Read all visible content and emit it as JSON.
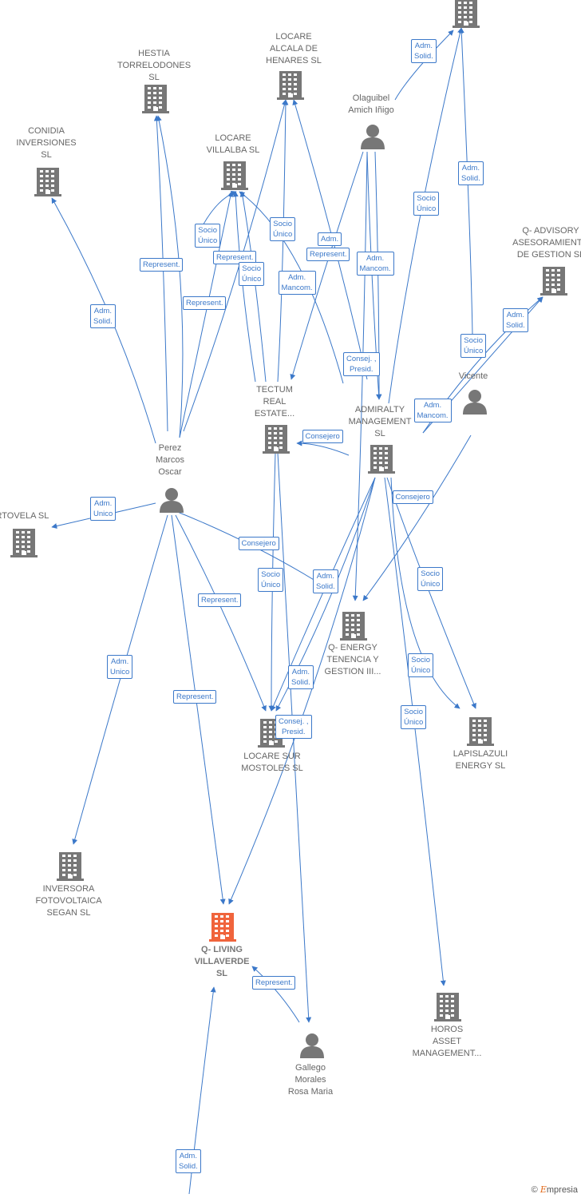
{
  "colors": {
    "edge": "#3b78c9",
    "building": "#777777",
    "focus_building": "#f0643c",
    "person": "#777777",
    "text": "#666666"
  },
  "nodes": [
    {
      "id": "top-company",
      "type": "company",
      "label": ""
    },
    {
      "id": "hestia",
      "type": "company",
      "label": "HESTIA\nTORRELODONES\nSL"
    },
    {
      "id": "locare-alcala",
      "type": "company",
      "label": "LOCARE\nALCALA DE\nHENARES  SL"
    },
    {
      "id": "conidia",
      "type": "company",
      "label": "CONIDIA\nINVERSIONES\nSL"
    },
    {
      "id": "locare-villalba",
      "type": "company",
      "label": "LOCARE\nVILLALBA  SL"
    },
    {
      "id": "olaguibel",
      "type": "person",
      "label": "Olaguibel\nAmich Iñigo"
    },
    {
      "id": "q-advisory",
      "type": "company",
      "label": "Q- ADVISORY\nASESORAMIENTO\nDE GESTION  SL"
    },
    {
      "id": "vicente",
      "type": "person",
      "label": "Vicente"
    },
    {
      "id": "tectum",
      "type": "company",
      "label": "TECTUM\nREAL\nESTATE..."
    },
    {
      "id": "admiralty",
      "type": "company",
      "label": "ADMIRALTY\nMANAGEMENT\nSL"
    },
    {
      "id": "perez",
      "type": "person",
      "label": "Perez\nMarcos\nOscar"
    },
    {
      "id": "portovela",
      "type": "company",
      "label": "PORTOVELA  SL"
    },
    {
      "id": "q-energy",
      "type": "company",
      "label": "Q- ENERGY\nTENENCIA Y\nGESTION III..."
    },
    {
      "id": "locare-sur",
      "type": "company",
      "label": "LOCARE SUR\nMOSTOLES  SL"
    },
    {
      "id": "lapislazuli",
      "type": "company",
      "label": "LAPISLAZULI\nENERGY  SL"
    },
    {
      "id": "inversora",
      "type": "company",
      "label": "INVERSORA\nFOTOVOLTAICA\nSEGAN  SL"
    },
    {
      "id": "q-living",
      "type": "focus",
      "label": "Q- LIVING\nVILLAVERDE\nSL"
    },
    {
      "id": "gallego",
      "type": "person",
      "label": "Gallego\nMorales\nRosa Maria"
    },
    {
      "id": "horos",
      "type": "company",
      "label": "HOROS\nASSET\nMANAGEMENT..."
    }
  ],
  "badges": [
    {
      "text": "Adm.\nSolid."
    },
    {
      "text": "Adm.\nSolid."
    },
    {
      "text": "Socio\nÚnico"
    },
    {
      "text": "Q- ADVISORY"
    },
    {
      "text": "Socio\nÚnico"
    },
    {
      "text": "Represent."
    },
    {
      "text": "Socio\nÚnico"
    },
    {
      "text": "Adm."
    },
    {
      "text": "Represent."
    },
    {
      "text": "Adm.\nMancom."
    },
    {
      "text": "Represent."
    },
    {
      "text": "Socio\nÚnico"
    },
    {
      "text": "Adm.\nSolid."
    },
    {
      "text": "Represent."
    },
    {
      "text": "Adm.\nMancom."
    },
    {
      "text": "Adm.\nSolid."
    },
    {
      "text": "Socio\nÚnico"
    },
    {
      "text": "Consej. ,\nPresid."
    },
    {
      "text": "Adm.\nMancom."
    },
    {
      "text": "Consejero"
    },
    {
      "text": "Adm.\nUnico"
    },
    {
      "text": "Consejero"
    },
    {
      "text": "Consejero"
    },
    {
      "text": "Socio\nÚnico"
    },
    {
      "text": "Adm.\nSolid."
    },
    {
      "text": "Represent."
    },
    {
      "text": "Socio\nÚnico"
    },
    {
      "text": "Adm.\nUnico"
    },
    {
      "text": "Adm.\nSolid."
    },
    {
      "text": "Socio\nÚnico"
    },
    {
      "text": "Represent."
    },
    {
      "text": "Consej. ,\nPresid."
    },
    {
      "text": "Socio\nÚnico"
    },
    {
      "text": "Represent."
    },
    {
      "text": "Adm.\nSolid."
    }
  ],
  "footer": {
    "copyright": "©",
    "brand_initial": "E",
    "brand_rest": "mpresia"
  }
}
